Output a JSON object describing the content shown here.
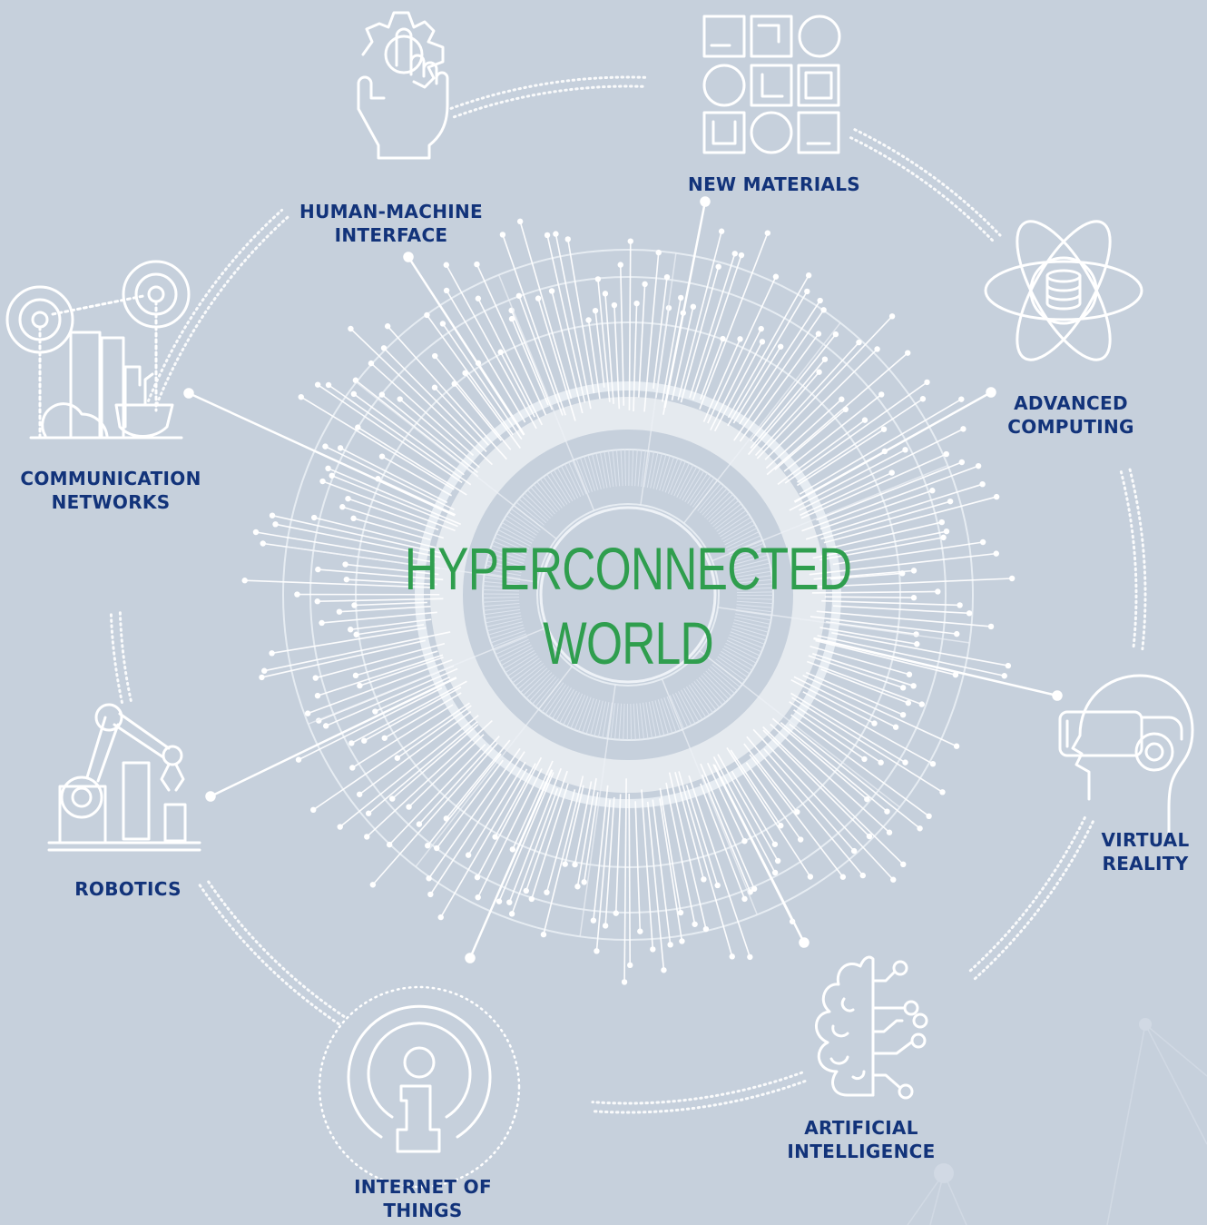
{
  "title": {
    "line1": "HYPERCONNECTED",
    "line2": "WORLD"
  },
  "colors": {
    "background": "#c6d0dc",
    "title": "#2f9e4e",
    "label": "#12337a",
    "lines": "#ffffff"
  },
  "nodes": [
    {
      "id": "human-machine-interface",
      "icon": "gear-hand-icon",
      "lines": [
        "HUMAN-MACHINE",
        "INTERFACE"
      ]
    },
    {
      "id": "new-materials",
      "icon": "materials-grid-icon",
      "lines": [
        "NEW MATERIALS"
      ]
    },
    {
      "id": "advanced-computing",
      "icon": "atom-database-icon",
      "lines": [
        "ADVANCED",
        "COMPUTING"
      ]
    },
    {
      "id": "virtual-reality",
      "icon": "vr-headset-icon",
      "lines": [
        "VIRTUAL",
        "REALITY"
      ]
    },
    {
      "id": "artificial-intelligence",
      "icon": "brain-circuit-icon",
      "lines": [
        "ARTIFICIAL",
        "INTELLIGENCE"
      ]
    },
    {
      "id": "internet-of-things",
      "icon": "iot-info-icon",
      "lines": [
        "INTERNET OF",
        "THINGS"
      ]
    },
    {
      "id": "robotics",
      "icon": "robot-arm-icon",
      "lines": [
        "ROBOTICS"
      ]
    },
    {
      "id": "communication-networks",
      "icon": "antenna-city-icon",
      "lines": [
        "COMMUNICATION",
        "NETWORKS"
      ]
    }
  ]
}
